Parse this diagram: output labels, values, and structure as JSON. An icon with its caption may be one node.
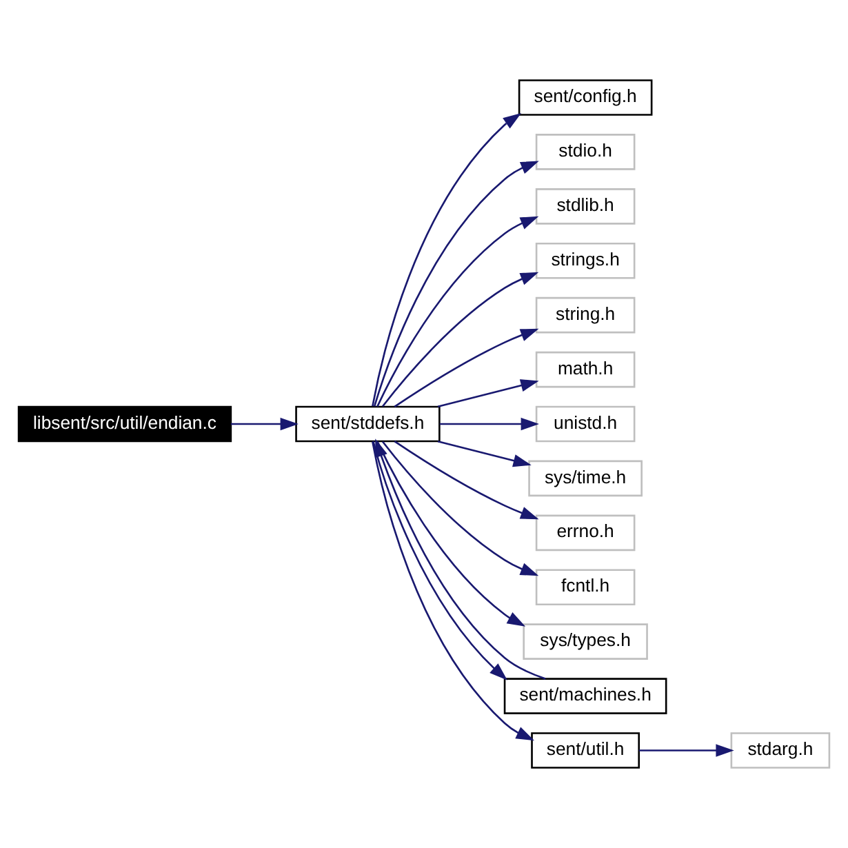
{
  "diagram": {
    "nodes": [
      {
        "text": [
          "libsent/src/util/endian.c"
        ]
      },
      {
        "text": [
          "sent/stddefs.h"
        ]
      },
      {
        "text": [
          "sent/config.h"
        ]
      },
      {
        "text": [
          "stdio.h"
        ]
      },
      {
        "text": [
          "stdlib.h"
        ]
      },
      {
        "text": [
          "strings.h"
        ]
      },
      {
        "text": [
          "string.h"
        ]
      },
      {
        "text": [
          "math.h"
        ]
      },
      {
        "text": [
          "unistd.h"
        ]
      },
      {
        "text": [
          "sys/time.h"
        ]
      },
      {
        "text": [
          "errno.h"
        ]
      },
      {
        "text": [
          "fcntl.h"
        ]
      },
      {
        "text": [
          "sys/types.h"
        ]
      },
      {
        "text": [
          "sent/machines.h"
        ]
      },
      {
        "text": [
          "sent/util.h"
        ]
      },
      {
        "text": [
          "stdarg.h"
        ]
      }
    ],
    "edges": [
      {
        "from": 0,
        "to": 1,
        "arrow": "to"
      },
      {
        "from": 1,
        "to": 2,
        "arrow": "to"
      },
      {
        "from": 1,
        "to": 3,
        "arrow": "to"
      },
      {
        "from": 1,
        "to": 4,
        "arrow": "to"
      },
      {
        "from": 1,
        "to": 5,
        "arrow": "to"
      },
      {
        "from": 1,
        "to": 6,
        "arrow": "to"
      },
      {
        "from": 1,
        "to": 7,
        "arrow": "to"
      },
      {
        "from": 1,
        "to": 8,
        "arrow": "to"
      },
      {
        "from": 1,
        "to": 9,
        "arrow": "to"
      },
      {
        "from": 1,
        "to": 10,
        "arrow": "to"
      },
      {
        "from": 1,
        "to": 11,
        "arrow": "to"
      },
      {
        "from": 1,
        "to": 12,
        "arrow": "to"
      },
      {
        "from": 1,
        "to": 13,
        "arrow": "to"
      },
      {
        "from": 13,
        "to": 1,
        "arrow": "to"
      },
      {
        "from": 1,
        "to": 14,
        "arrow": "to"
      },
      {
        "from": 14,
        "to": 15,
        "arrow": "to"
      }
    ]
  }
}
